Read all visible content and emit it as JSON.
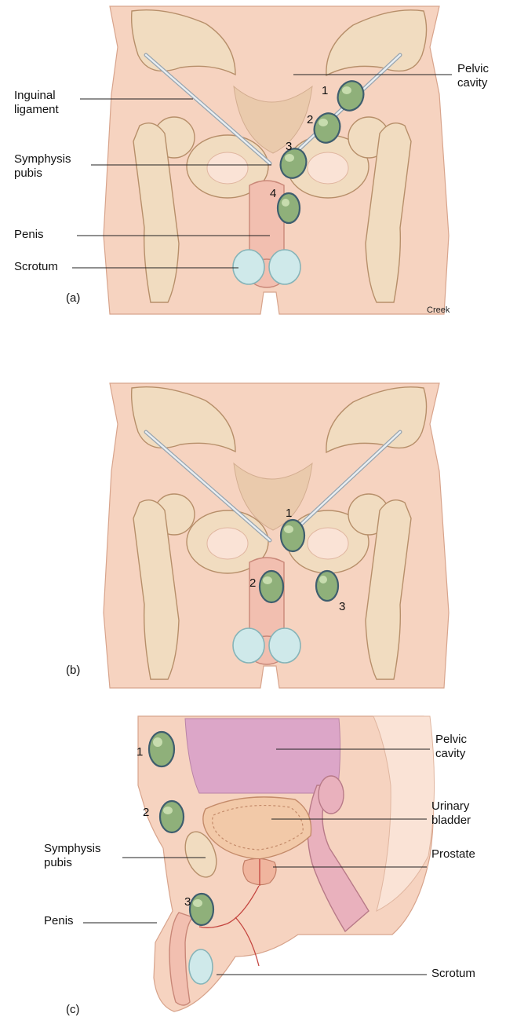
{
  "panel_a": {
    "tag": "(a)",
    "labels": {
      "inguinal_ligament": [
        "Inguinal",
        "ligament"
      ],
      "symphysis_pubis": [
        "Symphysis",
        "pubis"
      ],
      "penis": "Penis",
      "scrotum": "Scrotum",
      "pelvic_cavity": [
        "Pelvic",
        "cavity"
      ]
    },
    "node_numbers": [
      "1",
      "2",
      "3",
      "4"
    ],
    "credit": "Creek"
  },
  "panel_b": {
    "tag": "(b)",
    "node_numbers": [
      "1",
      "2",
      "3"
    ]
  },
  "panel_c": {
    "tag": "(c)",
    "labels": {
      "pelvic_cavity": [
        "Pelvic",
        "cavity"
      ],
      "urinary_bladder": [
        "Urinary",
        "bladder"
      ],
      "symphysis_pubis": [
        "Symphysis",
        "pubis"
      ],
      "prostate": "Prostate",
      "penis": "Penis",
      "scrotum": "Scrotum"
    },
    "node_numbers": [
      "1",
      "2",
      "3"
    ]
  },
  "colors": {
    "skin": "#f6d3c0",
    "bone": "#f1dcc0",
    "lymph_node": "#8fb07a",
    "lymph_node_outline": "#3f5e6e",
    "testis": "#cfe9ea",
    "vessel": "#c4453f"
  }
}
